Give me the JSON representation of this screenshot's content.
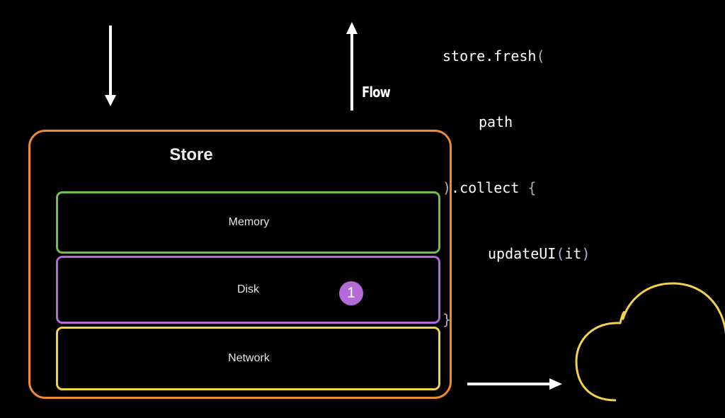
{
  "code": {
    "lines": [
      {
        "text": "store.fresh",
        "punct": "("
      },
      {
        "text": "path",
        "punct": ""
      },
      {
        "punct_before": ")",
        "text": ".collect ",
        "punct": "{"
      },
      {
        "text": "updateUI",
        "punct_open": "(",
        "arg": "it",
        "punct": ")"
      },
      {
        "text": "",
        "punct": "}"
      }
    ]
  },
  "flow_label": "Flow",
  "store": {
    "title": "Store",
    "layers": {
      "memory": "Memory",
      "disk": "Disk",
      "network": "Network"
    },
    "badge": "1"
  },
  "colors": {
    "background": "#000000",
    "store_border": "#f08a2e",
    "memory_border": "#6fbf4a",
    "disk_border": "#b26ad6",
    "network_border": "#f3d34a",
    "badge": "#b56ad9",
    "cloud": "#f3d34a",
    "code_punctuation": "#a7b3c4"
  },
  "icons": {
    "down_arrow": "arrow-down-icon",
    "up_arrow": "arrow-up-icon",
    "right_arrow": "arrow-right-icon",
    "cloud": "cloud-icon"
  }
}
